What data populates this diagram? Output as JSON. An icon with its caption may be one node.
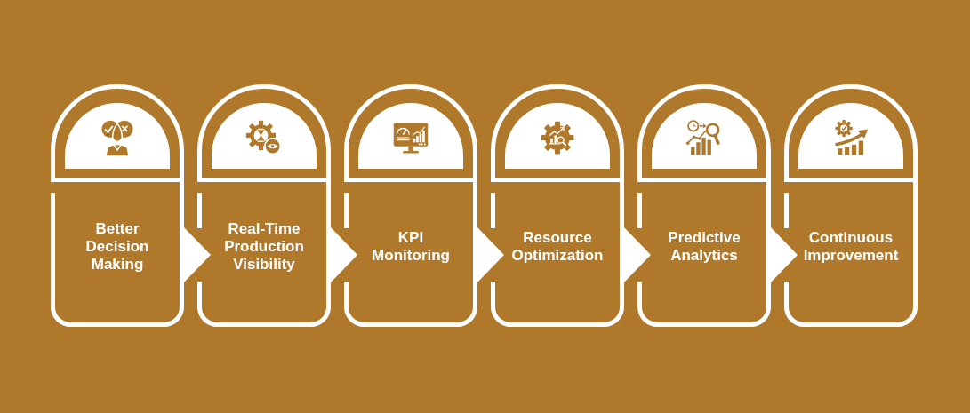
{
  "diagram": {
    "nodes": [
      {
        "text": [
          "Better Decision Making"
        ]
      },
      {
        "text": [
          "Real-Time Production Visibility"
        ]
      },
      {
        "text": [
          "KPI Monitoring"
        ]
      },
      {
        "text": [
          "Resource Optimization"
        ]
      },
      {
        "text": [
          "Predictive Analytics"
        ]
      },
      {
        "text": [
          "Continuous Improvement"
        ]
      }
    ],
    "edges": [
      {
        "from": 0,
        "to": 1,
        "arrow": "to"
      },
      {
        "from": 1,
        "to": 2,
        "arrow": "to"
      },
      {
        "from": 2,
        "to": 3,
        "arrow": "to"
      },
      {
        "from": 3,
        "to": 4,
        "arrow": "to"
      },
      {
        "from": 4,
        "to": 5,
        "arrow": "to"
      }
    ]
  }
}
